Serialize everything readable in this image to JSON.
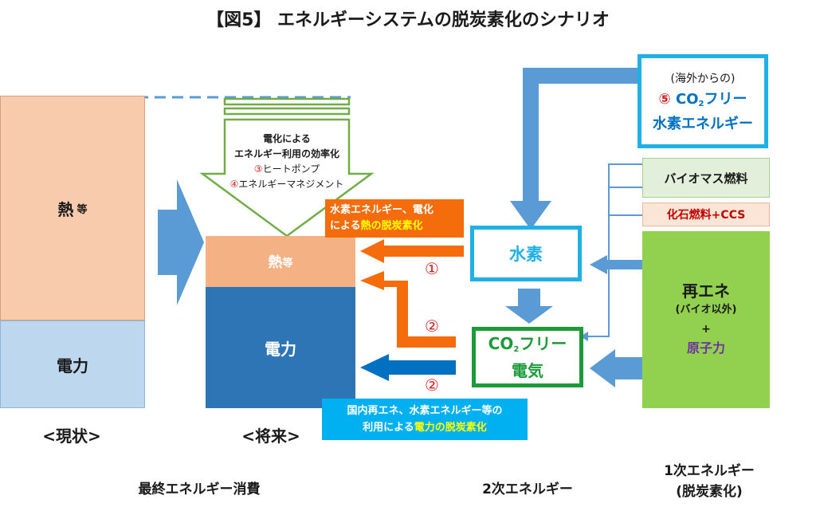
{
  "title": "【図5】 エネルギーシステムの脱炭素化のシナリオ",
  "current": {
    "heat_label": "熱",
    "heat_suffix": "等",
    "power_label": "電力",
    "caption": "<現状>"
  },
  "future": {
    "heat_label": "熱",
    "heat_suffix": "等",
    "power_label": "電力",
    "caption": "<将来>"
  },
  "efficiency_box": {
    "line1": "電化による",
    "line2": "エネルギー利用の効率化",
    "item3_num": "③",
    "item3_text": "ヒートポンプ",
    "item4_num": "④",
    "item4_text": "エネルギーマネジメント"
  },
  "heat_decarb_label": {
    "line1": "水素エネルギー、電化",
    "line2_prefix": "による",
    "line2_highlight": "熱の脱炭素化"
  },
  "power_decarb_label": {
    "line1": "国内再エネ、水素エネルギー等の",
    "line2_prefix": "利用による",
    "line2_highlight": "電力の脱炭素化"
  },
  "hydrogen_box": {
    "label": "水素"
  },
  "co2free_power_box": {
    "prefix": "CO",
    "sub": "2",
    "suffix": "フリー",
    "line2": "電気"
  },
  "overseas_box": {
    "line1": "(海外からの)",
    "num": "⑤",
    "co": "CO",
    "sub": "2",
    "suffix": "フリー",
    "line3": "水素エネルギー"
  },
  "biomass_box": {
    "label": "バイオマス燃料"
  },
  "fossil_box": {
    "label": "化石燃料+CCS"
  },
  "renewable_box": {
    "line1": "再エネ",
    "line2": "(バイオ以外)",
    "plus": "+",
    "line3": "原子力"
  },
  "markers": {
    "one": "①",
    "two_a": "②",
    "two_b": "②"
  },
  "bottom_labels": {
    "final": "最終エネルギー消費",
    "secondary": "2次エネルギー",
    "primary_line1": "1次エネルギー",
    "primary_line2": "(脱炭素化)"
  },
  "colors": {
    "heat_light": "#f8cbad",
    "power_light": "#bdd7ee",
    "heat_future": "#f4b183",
    "power_future": "#2e75b6",
    "arrow_blue": "#5b9bd5",
    "arrow_orange": "#f46c0c",
    "arrow_deep_blue": "#0070c0",
    "green": "#70ad47",
    "renewable_green": "#92d050",
    "hydrogen_border": "#1fb1e6",
    "co2free_border": "#1d9b3a",
    "yellow_text": "#ffff00"
  }
}
